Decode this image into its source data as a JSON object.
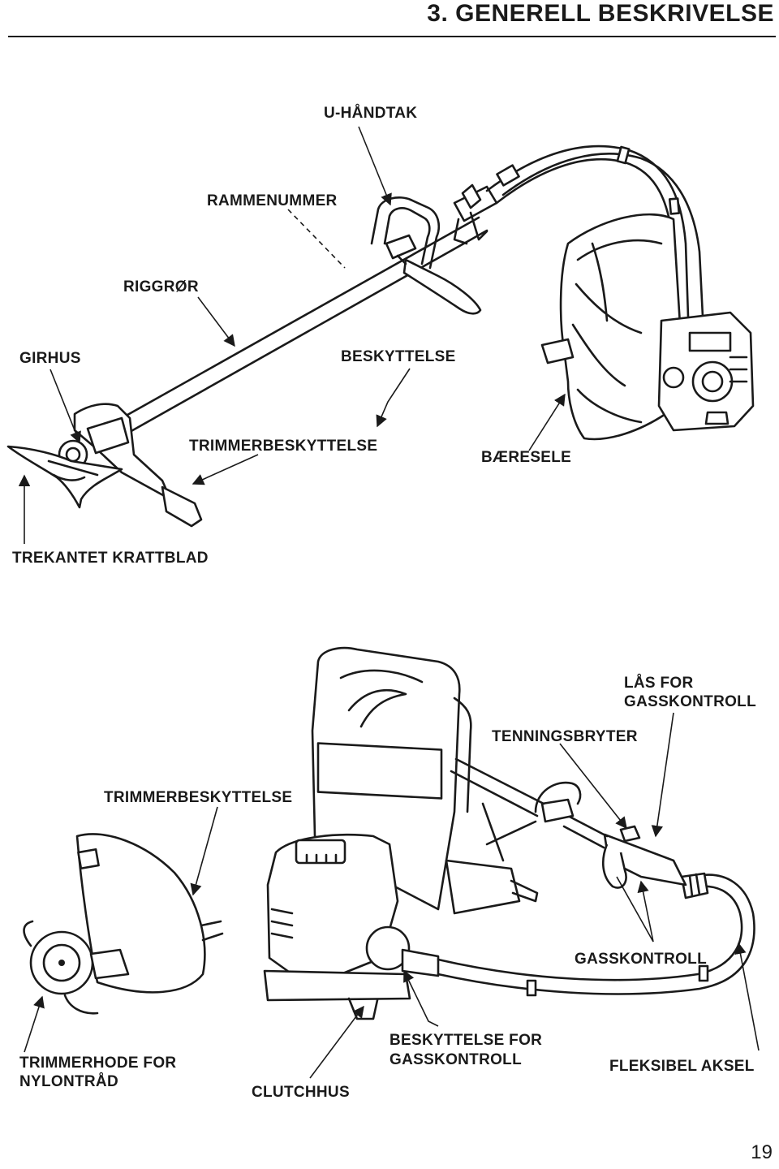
{
  "header": {
    "title": "3. GENERELL BESKRIVELSE"
  },
  "top_figure": {
    "labels": {
      "u_handle": "U-HÅNDTAK",
      "frame_number": "RAMMENUMMER",
      "shaft": "RIGGRØR",
      "gear_case": "GIRHUS",
      "guard": "BESKYTTELSE",
      "trimmer_guard": "TRIMMERBESKYTTELSE",
      "harness": "BÆRESELE",
      "blade": "TREKANTET KRATTBLAD"
    }
  },
  "bottom_figure": {
    "labels": {
      "throttle_lock_line1": "LÅS FOR",
      "throttle_lock_line2": "GASSKONTROLL",
      "ignition_switch": "TENNINGSBRYTER",
      "trimmer_guard": "TRIMMERBESKYTTELSE",
      "throttle": "GASSKONTROLL",
      "nylon_head_line1": "TRIMMERHODE FOR",
      "nylon_head_line2": "NYLONTRÅD",
      "clutch_case": "CLUTCHHUS",
      "throttle_guard_line1": "BESKYTTELSE FOR",
      "throttle_guard_line2": "GASSKONTROLL",
      "flex_shaft": "FLEKSIBEL AKSEL"
    }
  },
  "footer": {
    "page_number": "19"
  }
}
